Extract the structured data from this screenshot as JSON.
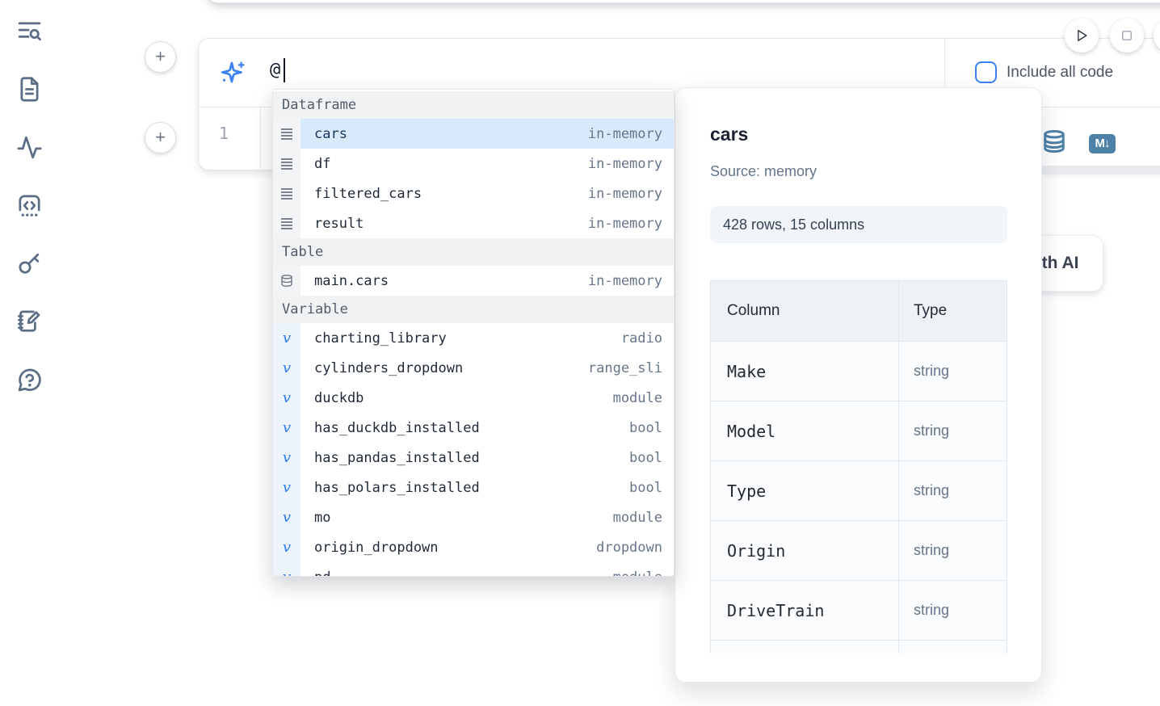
{
  "sidebar": {
    "icons": [
      {
        "name": "table-of-contents-search"
      },
      {
        "name": "documentation"
      },
      {
        "name": "logs-activity"
      },
      {
        "name": "snippets"
      },
      {
        "name": "secrets-key"
      },
      {
        "name": "scratchpad"
      },
      {
        "name": "help-chat"
      }
    ]
  },
  "cell_actions": {
    "add_cell_above": "+",
    "add_cell_below": "+"
  },
  "ai_prompt": {
    "value": "@",
    "include_all_code": {
      "label": "Include all code",
      "checked": false
    }
  },
  "run_controls": {
    "play": "run-cell",
    "stop": "stop"
  },
  "editor": {
    "line_number": "1"
  },
  "cell_toolbar": {
    "markdown_badge": "M↓"
  },
  "generate_ai_button": {
    "label": "Generate with AI"
  },
  "autocomplete": {
    "sections": [
      {
        "label": "Dataframe",
        "items": [
          {
            "name": "cars",
            "meta": "in-memory",
            "icon": "dataframe-icon",
            "selected": true
          },
          {
            "name": "df",
            "meta": "in-memory",
            "icon": "dataframe-icon"
          },
          {
            "name": "filtered_cars",
            "meta": "in-memory",
            "icon": "dataframe-icon"
          },
          {
            "name": "result",
            "meta": "in-memory",
            "icon": "dataframe-icon"
          }
        ]
      },
      {
        "label": "Table",
        "items": [
          {
            "name": "main.cars",
            "meta": "in-memory",
            "icon": "database-icon"
          }
        ]
      },
      {
        "label": "Variable",
        "items": [
          {
            "name": "charting_library",
            "meta": "radio",
            "icon": "variable-icon"
          },
          {
            "name": "cylinders_dropdown",
            "meta": "range_sli",
            "icon": "variable-icon"
          },
          {
            "name": "duckdb",
            "meta": "module",
            "icon": "variable-icon"
          },
          {
            "name": "has_duckdb_installed",
            "meta": "bool",
            "icon": "variable-icon"
          },
          {
            "name": "has_pandas_installed",
            "meta": "bool",
            "icon": "variable-icon"
          },
          {
            "name": "has_polars_installed",
            "meta": "bool",
            "icon": "variable-icon"
          },
          {
            "name": "mo",
            "meta": "module",
            "icon": "variable-icon"
          },
          {
            "name": "origin_dropdown",
            "meta": "dropdown",
            "icon": "variable-icon"
          },
          {
            "name": "pd",
            "meta": "module",
            "icon": "variable-icon",
            "clipped": true
          }
        ]
      }
    ]
  },
  "preview_panel": {
    "title": "cars",
    "source": "Source: memory",
    "shape_badge": "428 rows, 15 columns",
    "schema_table": {
      "headers": [
        "Column",
        "Type"
      ],
      "rows": [
        [
          "Make",
          "string"
        ],
        [
          "Model",
          "string"
        ],
        [
          "Type",
          "string"
        ],
        [
          "Origin",
          "string"
        ],
        [
          "DriveTrain",
          "string"
        ]
      ]
    }
  },
  "colors": {
    "accent_blue": "#3b82f6",
    "selected_row_bg": "#d8eafc",
    "steel_blue_icon": "#4e81a8",
    "section_header_bg": "#f1f2f4",
    "badge_bg": "#f1f5f9",
    "table_header_bg": "#eef1f6"
  }
}
